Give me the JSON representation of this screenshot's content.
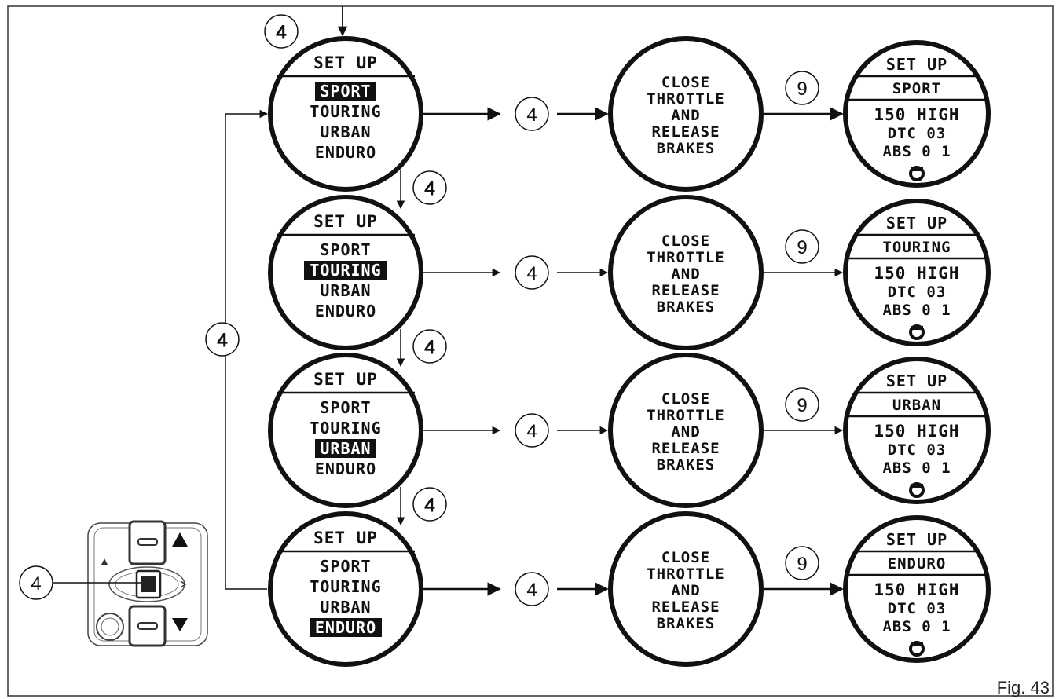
{
  "figure_label": "Fig. 43",
  "callouts": {
    "step_select": "4",
    "step_confirm": "9"
  },
  "menu": {
    "title": "SET UP",
    "options": [
      "SPORT",
      "TOURING",
      "URBAN",
      "ENDURO"
    ]
  },
  "prompt": {
    "lines": [
      "CLOSE",
      "THROTTLE",
      "AND",
      "RELEASE",
      "BRAKES"
    ]
  },
  "result": {
    "title": "SET UP",
    "lines": [
      "150 HIGH",
      "DTC 03",
      "ABS 0 1"
    ]
  },
  "rows": [
    {
      "selected": "SPORT"
    },
    {
      "selected": "TOURING"
    },
    {
      "selected": "URBAN"
    },
    {
      "selected": "ENDURO"
    }
  ],
  "colors": {
    "ink": "#111111",
    "paper": "#ffffff",
    "frame": "#333333"
  },
  "icons": {
    "switch": "handlebar-switch-icon",
    "up": "up-triangle-icon",
    "down": "down-triangle-icon",
    "mode": "mode-indicator-icon"
  }
}
